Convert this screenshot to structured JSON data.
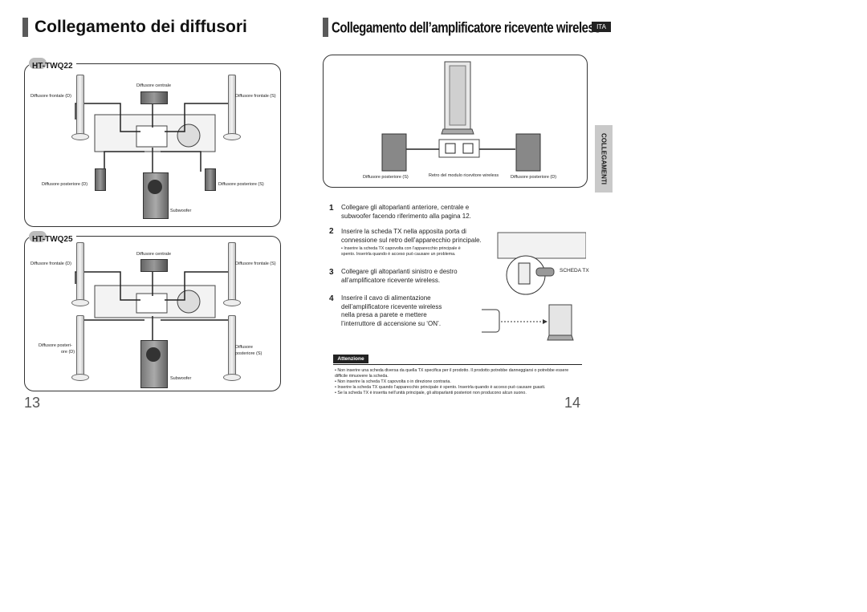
{
  "left_page": {
    "title": "Collegamento dei diffusori",
    "page_number": "13",
    "diagram1": {
      "model": "HT-TWQ22",
      "label_center": "Diffusore centrale",
      "label_front_d": "Diffusore frontale (D)",
      "label_front_s": "Diffusore frontale (S)",
      "label_rear_d": "Diffusore posteriore (D)",
      "label_rear_s": "Diffusore posteriore (S)",
      "label_sub": "Subwoofer"
    },
    "diagram2": {
      "model": "HT-TWQ25",
      "label_center": "Diffusore centrale",
      "label_front_d": "Diffusore frontale (D)",
      "label_front_s": "Diffusore frontale (S)",
      "label_rear_d_1": "Diffusore posteri-",
      "label_rear_d_2": "ore (D)",
      "label_rear_s_1": "Diffusore",
      "label_rear_s_2": "posteriore (S)",
      "label_sub": "Subwoofer"
    }
  },
  "right_page": {
    "title": "Collegamento dell’amplificatore ricevente wireless",
    "lang_badge": "ITA",
    "side_tab": "COLLEGAMENTI",
    "page_number": "14",
    "top_diagram": {
      "label_rear_s": "Diffusore posteriore (S)",
      "label_module": "Retro del modulo ricevitore wireless",
      "label_rear_d": "Diffusore posteriore (D)"
    },
    "steps": [
      {
        "num": "1",
        "line1": "Collegare gli altoparlanti anteriore, centrale e",
        "line2": "subwoofer facendo riferimento alla pagina 12."
      },
      {
        "num": "2",
        "line1": "Inserire la scheda TX nella apposita porta di",
        "line2": "connessione sul retro dell’apparecchio principale.",
        "bullet1": "• Inserire la scheda TX capovolta con l’apparecchio principale è",
        "bullet2": "  spento. Inserirla quando è acceso può causare un problema."
      },
      {
        "num": "3",
        "line1": "Collegare gli altoparlanti sinistro e destro",
        "line2": "all’amplificatore ricevente wireless."
      },
      {
        "num": "4",
        "line1": "Inserire il cavo di alimentazione",
        "line2": "dell’amplificatore ricevente wireless",
        "line3": "nella presa a parete e mettere",
        "line4": "l’interruttore di accensione su ‘ON’."
      }
    ],
    "scheda_label": "SCHEDA TX",
    "attention": {
      "title": "Attenzione",
      "notes": [
        "• Non inserire una scheda diversa da quella TX specifica per il prodotto.  Il prodotto potrebbe danneggiarsi o potrebbe essere",
        "   difficile rimuovere la scheda.",
        "• Non inserire la scheda TX capovolta o in direzione contraria.",
        "• Inserire la scheda TX quando l’apparecchio principale è spento.  Inserirla quando è acceso può causare guasti.",
        "• Se la scheda TX è inserita nell’unità principale, gli altoparlanti posteriori non producono alcun suono."
      ]
    }
  }
}
